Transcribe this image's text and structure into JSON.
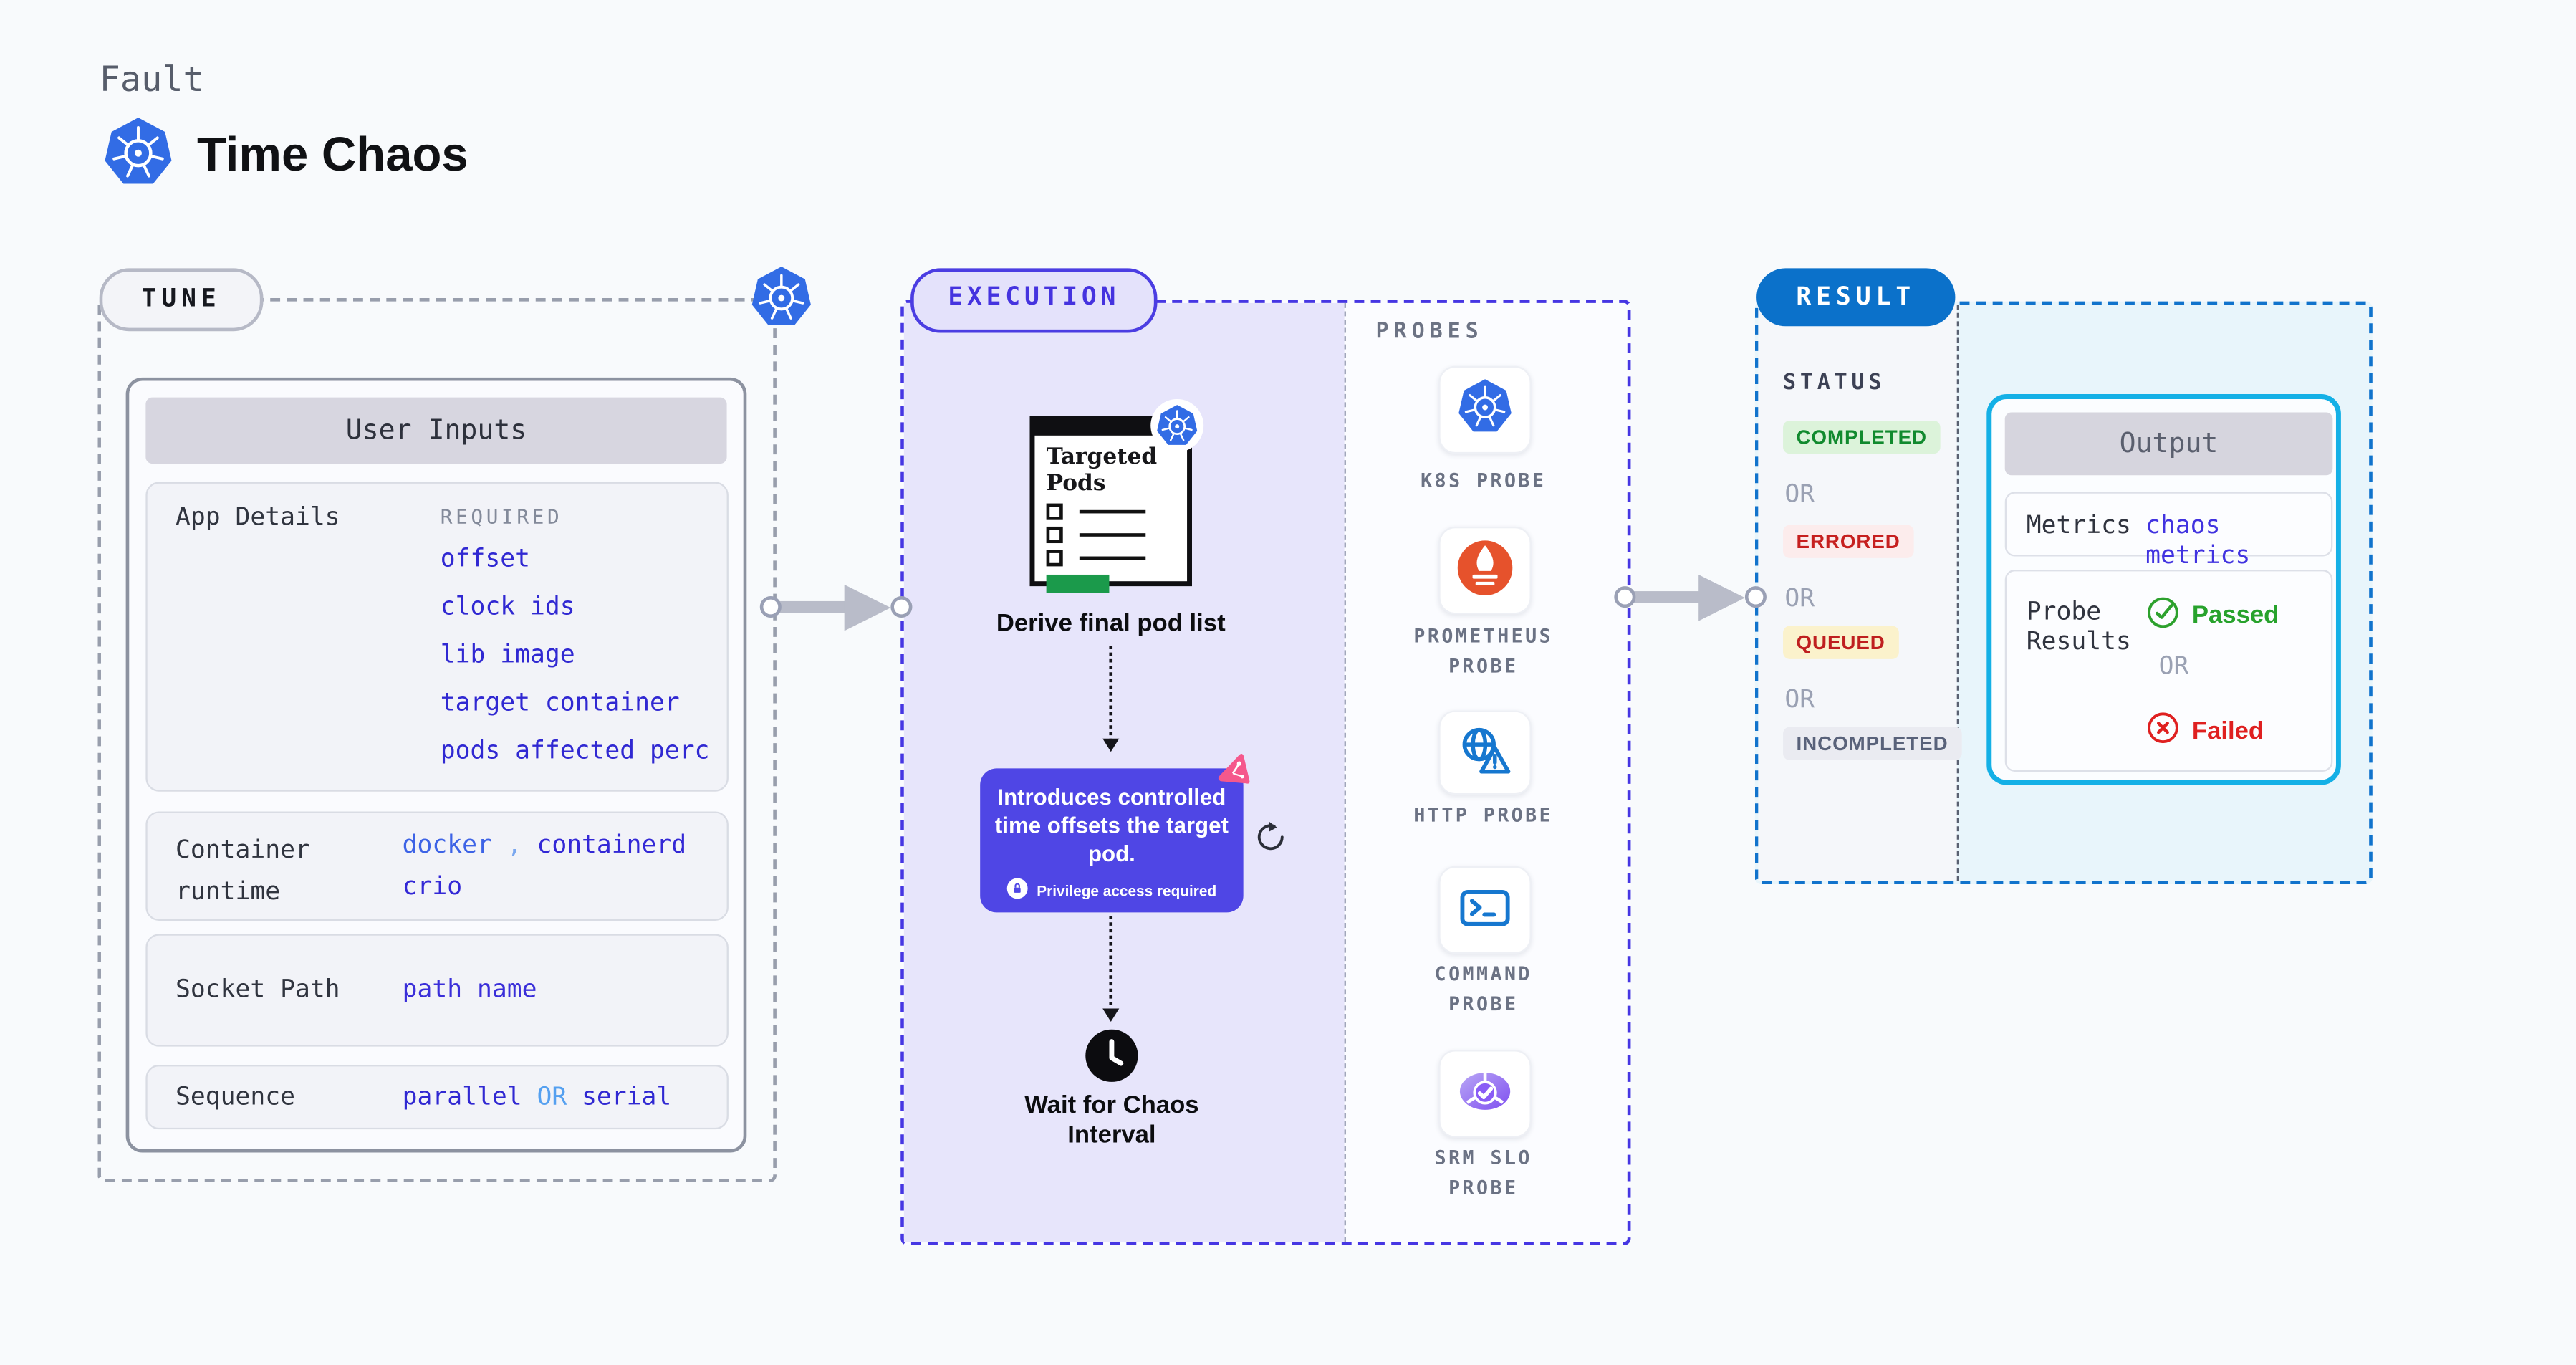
{
  "header": {
    "eyebrow": "Fault",
    "title": "Time Chaos"
  },
  "tune": {
    "badge": "TUNE",
    "panel_title": "User Inputs",
    "app_details": {
      "label": "App Details",
      "required": "REQUIRED",
      "links": [
        "offset",
        "clock ids",
        "lib image",
        "target container",
        "pods affected perc"
      ]
    },
    "container_runtime": {
      "label": "Container runtime",
      "docker": "docker",
      "comma": ",",
      "containerd": "containerd",
      "crio": "crio"
    },
    "socket_path": {
      "label": "Socket Path",
      "value": "path name"
    },
    "sequence": {
      "label": "Sequence",
      "value_a": "parallel",
      "or": "OR",
      "value_b": "serial"
    }
  },
  "execution": {
    "badge": "EXECUTION",
    "targeted_pods_title": "Targeted Pods",
    "derive_label": "Derive final pod list",
    "tooltip": {
      "text": "Introduces controlled time offsets the target pod.",
      "privilege": "Privilege access required"
    },
    "wait_label": "Wait for Chaos Interval",
    "probes": {
      "heading": "PROBES",
      "items": [
        {
          "label": "K8S PROBE",
          "icon": "kubernetes-icon"
        },
        {
          "label": "PROMETHEUS PROBE",
          "icon": "prometheus-icon"
        },
        {
          "label": "HTTP PROBE",
          "icon": "http-globe-warning-icon"
        },
        {
          "label": "COMMAND PROBE",
          "icon": "terminal-icon"
        },
        {
          "label": "SRM SLO PROBE",
          "icon": "slo-gauge-icon"
        }
      ]
    }
  },
  "result": {
    "badge": "RESULT",
    "status": {
      "heading": "STATUS",
      "or": "OR",
      "badges": [
        {
          "label": "COMPLETED",
          "type": "success"
        },
        {
          "label": "ERRORED",
          "type": "error"
        },
        {
          "label": "QUEUED",
          "type": "warning"
        },
        {
          "label": "INCOMPLETED",
          "type": "neutral"
        }
      ]
    },
    "output": {
      "title": "Output",
      "metrics_label": "Metrics",
      "metrics_value": "chaos metrics",
      "probe_results_label": "Probe Results",
      "passed": "Passed",
      "or": "OR",
      "failed": "Failed"
    }
  },
  "colors": {
    "page_bg": "#f8fafc",
    "kubernetes_blue": "#326ce5",
    "execution_indigo": "#4636e3",
    "execution_fill": "#e7e5fb",
    "result_blue": "#0b71ca",
    "output_cyan": "#14b0e6",
    "link_blue": "#3028d2",
    "link_light_blue": "#55a0f0",
    "tooltip_purple": "#4f46e5",
    "litmus_pink": "#f5588c",
    "prometheus_orange": "#e6522c",
    "success_green": "#118a2e",
    "error_red": "#c6201f",
    "passed_green": "#27a22c",
    "failed_red": "#df2020",
    "arrow_gray": "#b9bcc9",
    "targeted_green": "#1b9a4b"
  }
}
